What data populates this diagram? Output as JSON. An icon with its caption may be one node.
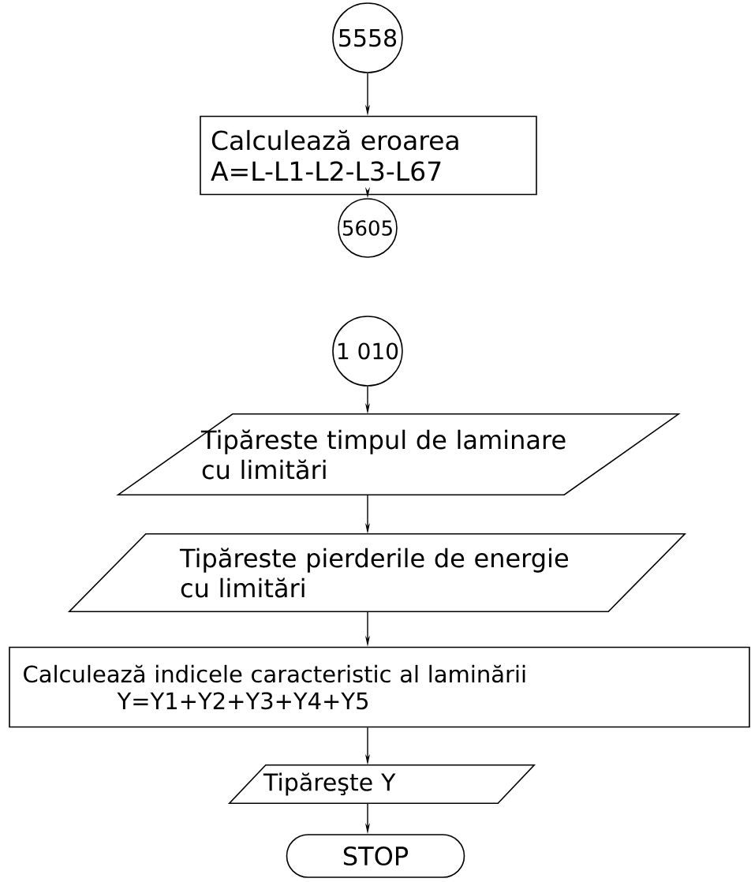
{
  "diagram": {
    "nodes": [
      {
        "text": [
          "5558"
        ]
      },
      {
        "text": [
          "Calculează eroarea",
          "A=L-L1-L2-L3-L67"
        ]
      },
      {
        "text": [
          "5605"
        ]
      },
      {
        "text": [
          "1 010"
        ]
      },
      {
        "text": [
          "Tipăreste timpul de laminare cu limitări"
        ]
      },
      {
        "text": [
          "Tipăreste pierderile de energie cu limitări"
        ]
      },
      {
        "text": [
          "Calculează indicele caracteristic al laminării",
          "Y=Y1+Y2+Y3+Y4+Y5"
        ]
      },
      {
        "text": [
          "Tipăreşte Y"
        ]
      },
      {
        "text": [
          "STOP"
        ]
      }
    ],
    "edges": [
      {
        "from": 0,
        "to": 1,
        "arrow": "to"
      },
      {
        "from": 1,
        "to": 2,
        "arrow": "to"
      },
      {
        "from": 3,
        "to": 4,
        "arrow": "to"
      },
      {
        "from": 4,
        "to": 5,
        "arrow": "to"
      },
      {
        "from": 5,
        "to": 6,
        "arrow": "to"
      },
      {
        "from": 6,
        "to": 7,
        "arrow": "to"
      },
      {
        "from": 7,
        "to": 8,
        "arrow": "to"
      }
    ]
  }
}
